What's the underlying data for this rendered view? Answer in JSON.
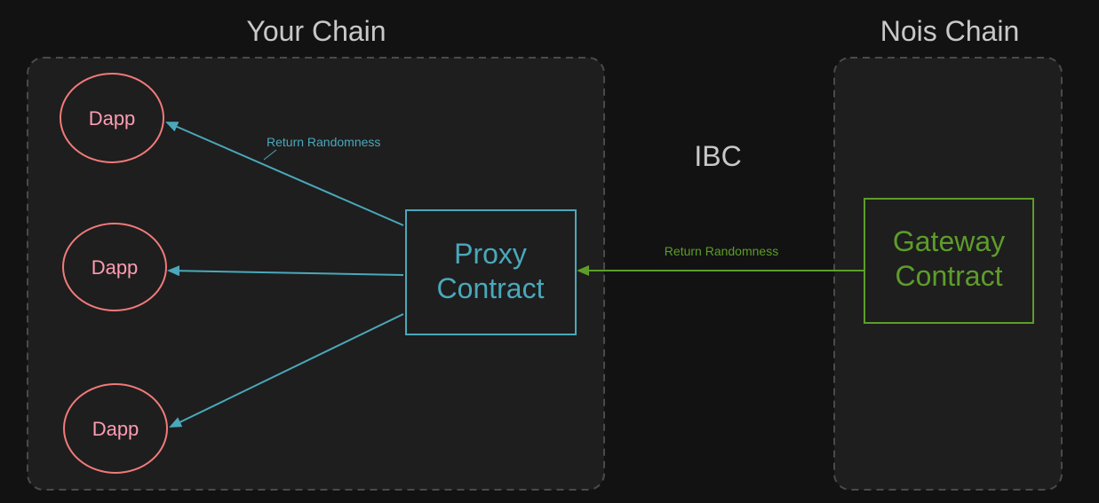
{
  "colors": {
    "background": "#121212",
    "container_fill": "#1e1e1e",
    "container_stroke": "#4a4a4a",
    "title_text": "#c8c8c8",
    "dapp_stroke": "#f17a7a",
    "dapp_text": "#ff9cb3",
    "proxy_color": "#4aa8bb",
    "gateway_color": "#5d9d2a"
  },
  "diagram": {
    "left_container": {
      "title": "Your Chain"
    },
    "right_container": {
      "title": "Nois Chain"
    },
    "ibc_label": "IBC",
    "dapps": [
      {
        "label": "Dapp"
      },
      {
        "label": "Dapp"
      },
      {
        "label": "Dapp"
      }
    ],
    "proxy": {
      "line1": "Proxy",
      "line2": "Contract"
    },
    "gateway": {
      "line1": "Gateway",
      "line2": "Contract"
    },
    "edges": {
      "proxy_to_dapp_label": "Return Randomness",
      "gateway_to_proxy_label": "Return Randomness"
    }
  }
}
